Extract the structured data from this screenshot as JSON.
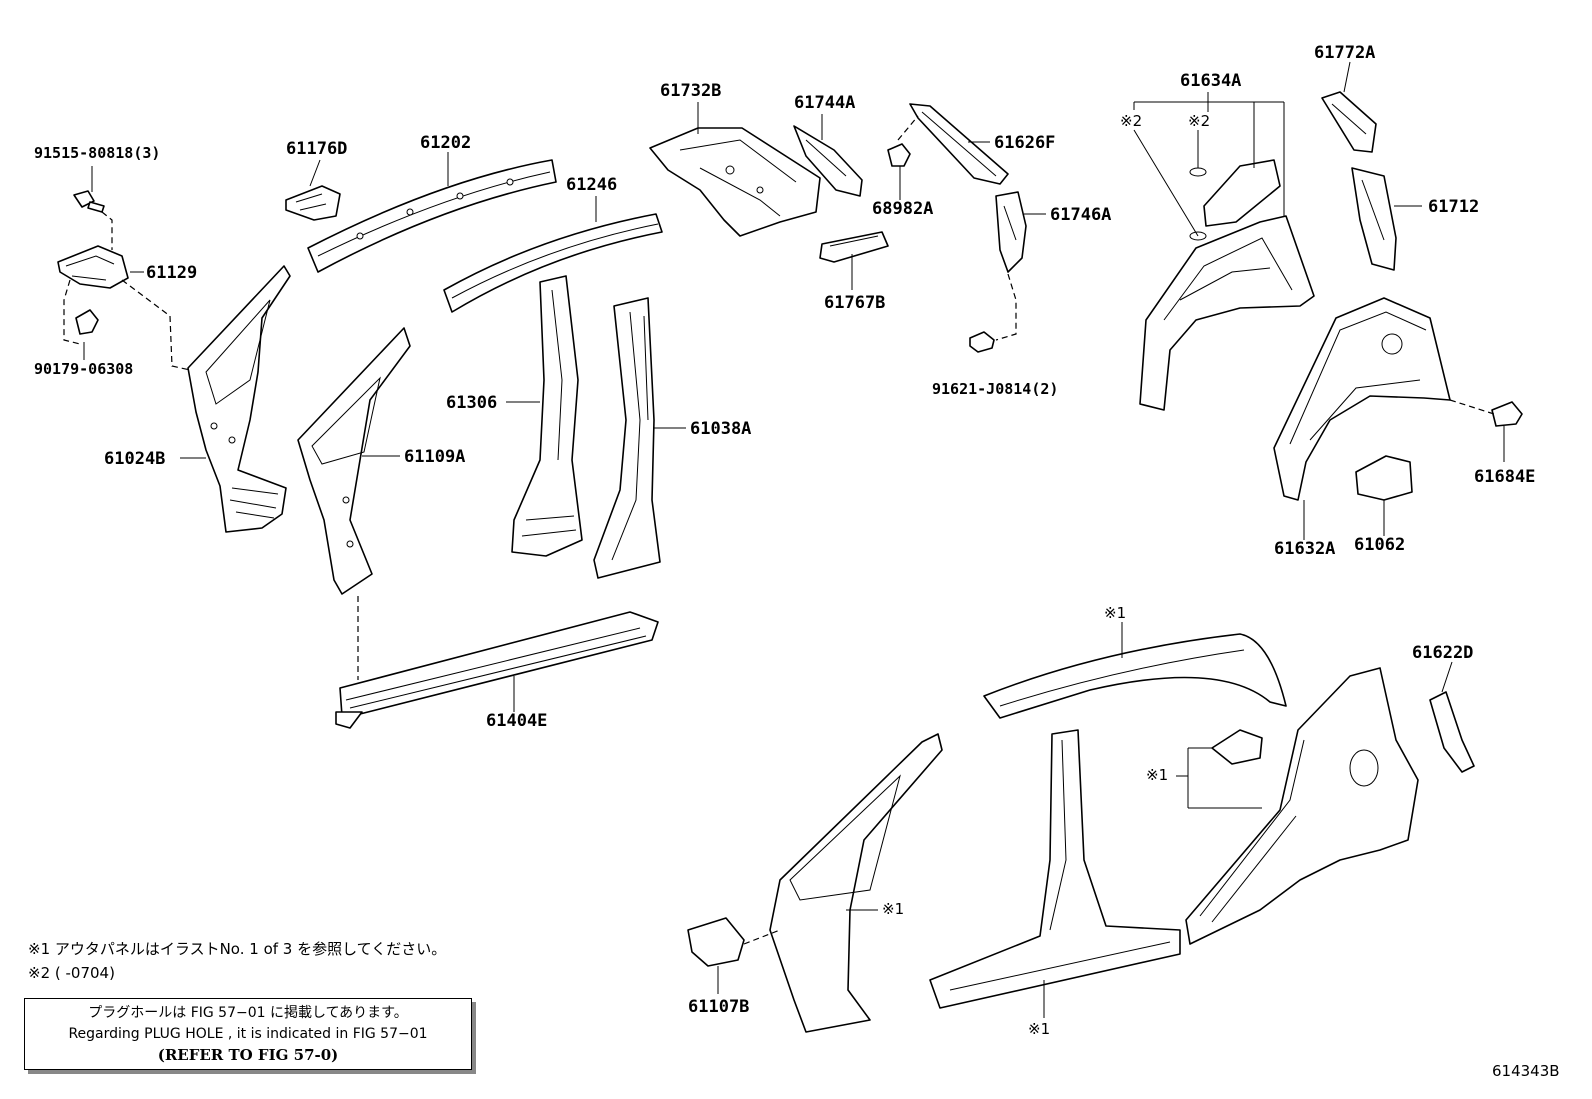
{
  "labels": {
    "p91515": "91515-80818(3)",
    "p61176D": "61176D",
    "p61202": "61202",
    "p61246": "61246",
    "p61732B": "61732B",
    "p61744A": "61744A",
    "p61626F": "61626F",
    "p68982A": "68982A",
    "p61746A": "61746A",
    "p61767B": "61767B",
    "p91621": "91621-J0814(2)",
    "p61634A": "61634A",
    "p61772A": "61772A",
    "p61712": "61712",
    "p61684E": "61684E",
    "p61632A": "61632A",
    "p61062": "61062",
    "p61129": "61129",
    "p90179": "90179-06308",
    "p61024B": "61024B",
    "p61109A": "61109A",
    "p61306": "61306",
    "p61038A": "61038A",
    "p61404E": "61404E",
    "p61622D": "61622D",
    "p61107B": "61107B",
    "mark2a": "※2",
    "mark2b": "※2",
    "mark1a": "※1",
    "mark1b": "※1",
    "mark1c": "※1",
    "mark1d": "※1"
  },
  "notes": {
    "line1": "※1 アウタパネルはイラストNo. 1 of 3 を参照してください。",
    "line2": "※2 (       -0704)"
  },
  "refbox": {
    "jp": "プラグホールは FIG 57−01 に掲載してあります。",
    "en": "Regarding  PLUG  HOLE , it is indicated in FIG  57−01",
    "ref": "(REFER TO FIG 57-0)"
  },
  "illustration_id": "614343B"
}
